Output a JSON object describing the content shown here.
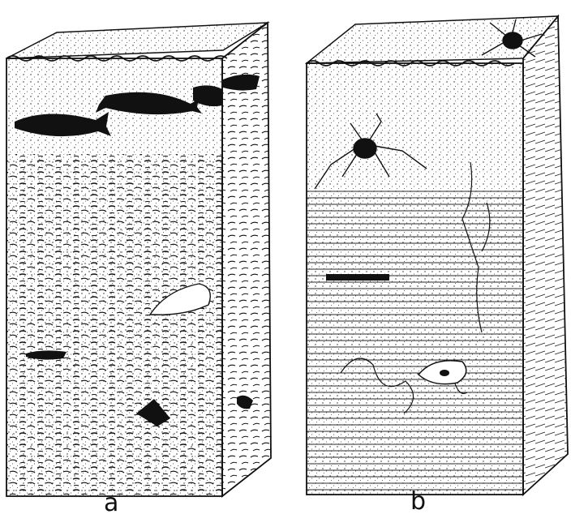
{
  "figure": {
    "panels": [
      {
        "label": "a",
        "contents": [
          "fish",
          "fish",
          "fish",
          "fish",
          "fish",
          "skeletal-debris",
          "reworked-sediment"
        ]
      },
      {
        "label": "b",
        "contents": [
          "crab",
          "crab",
          "laminated-layers",
          "burrows",
          "shell",
          "shell"
        ]
      }
    ],
    "colors": {
      "ink": "#111111",
      "paper": "#ffffff"
    }
  }
}
